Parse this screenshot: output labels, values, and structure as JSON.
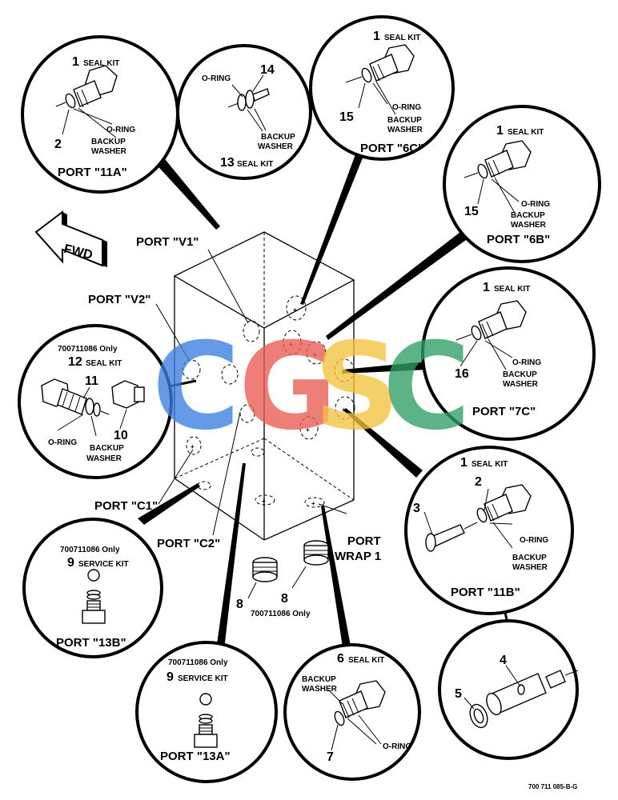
{
  "drawing_number": "700 711 085-B-G",
  "watermark": {
    "letters": [
      "C",
      "G",
      "S",
      "C"
    ],
    "colors": [
      "#3b7fe0",
      "#ea5a53",
      "#f3c340",
      "#2f9e63"
    ]
  },
  "fwd_arrow": {
    "label": "FWD"
  },
  "block_ports": {
    "v1": "PORT \"V1\"",
    "v2": "PORT \"V2\"",
    "c1": "PORT \"C1\"",
    "c2": "PORT \"C2\"",
    "wrap1_line1": "PORT",
    "wrap1_line2": "WRAP 1"
  },
  "loose_parts": {
    "left_plug_num": "8",
    "right_plug_num": "8",
    "right_plug_note": "700711086 Only"
  },
  "callouts": {
    "port_11a": {
      "kit_num": "1",
      "kit_label": "SEAL KIT",
      "port": "PORT \"11A\"",
      "item": "2",
      "oring": "O-RING",
      "backup1": "BACKUP",
      "backup2": "WASHER"
    },
    "seal_13": {
      "oring": "O-RING",
      "item": "14",
      "backup1": "BACKUP",
      "backup2": "WASHER",
      "kit_num": "13",
      "kit_label": "SEAL KIT"
    },
    "port_6c": {
      "kit_num": "1",
      "kit_label": "SEAL KIT",
      "port": "PORT \"6C\"",
      "item": "15",
      "oring": "O-RING",
      "backup1": "BACKUP",
      "backup2": "WASHER"
    },
    "port_6b": {
      "kit_num": "1",
      "kit_label": "SEAL KIT",
      "port": "PORT \"6B\"",
      "item": "15",
      "oring": "O-RING",
      "backup1": "BACKUP",
      "backup2": "WASHER"
    },
    "port_7c": {
      "kit_num": "1",
      "kit_label": "SEAL KIT",
      "port": "PORT \"7C\"",
      "item": "16",
      "oring": "O-RING",
      "backup1": "BACKUP",
      "backup2": "WASHER"
    },
    "seal_12": {
      "note": "700711086 Only",
      "kit_num": "12",
      "kit_label": "SEAL KIT",
      "item_a": "11",
      "item_b": "10",
      "oring": "O-RING",
      "backup1": "BACKUP",
      "backup2": "WASHER"
    },
    "port_11b": {
      "kit_num": "1",
      "kit_label": "SEAL KIT",
      "port": "PORT \"11B\"",
      "item_a": "2",
      "item_b": "3",
      "oring": "O-RING",
      "backup1": "BACKUP",
      "backup2": "WASHER"
    },
    "port_13b": {
      "note": "700711086 Only",
      "kit_num": "9",
      "kit_label": "SERVICE KIT",
      "port": "PORT \"13B\""
    },
    "port_13a": {
      "note": "700711086 Only",
      "kit_num": "9",
      "kit_label": "SERVICE KIT",
      "port": "PORT \"13A\""
    },
    "seal_6": {
      "kit_num": "6",
      "kit_label": "SEAL KIT",
      "backup1": "BACKUP",
      "backup2": "WASHER",
      "item": "7",
      "oring": "O-RING"
    },
    "parts_4_5": {
      "item_a": "4",
      "item_b": "5"
    }
  }
}
